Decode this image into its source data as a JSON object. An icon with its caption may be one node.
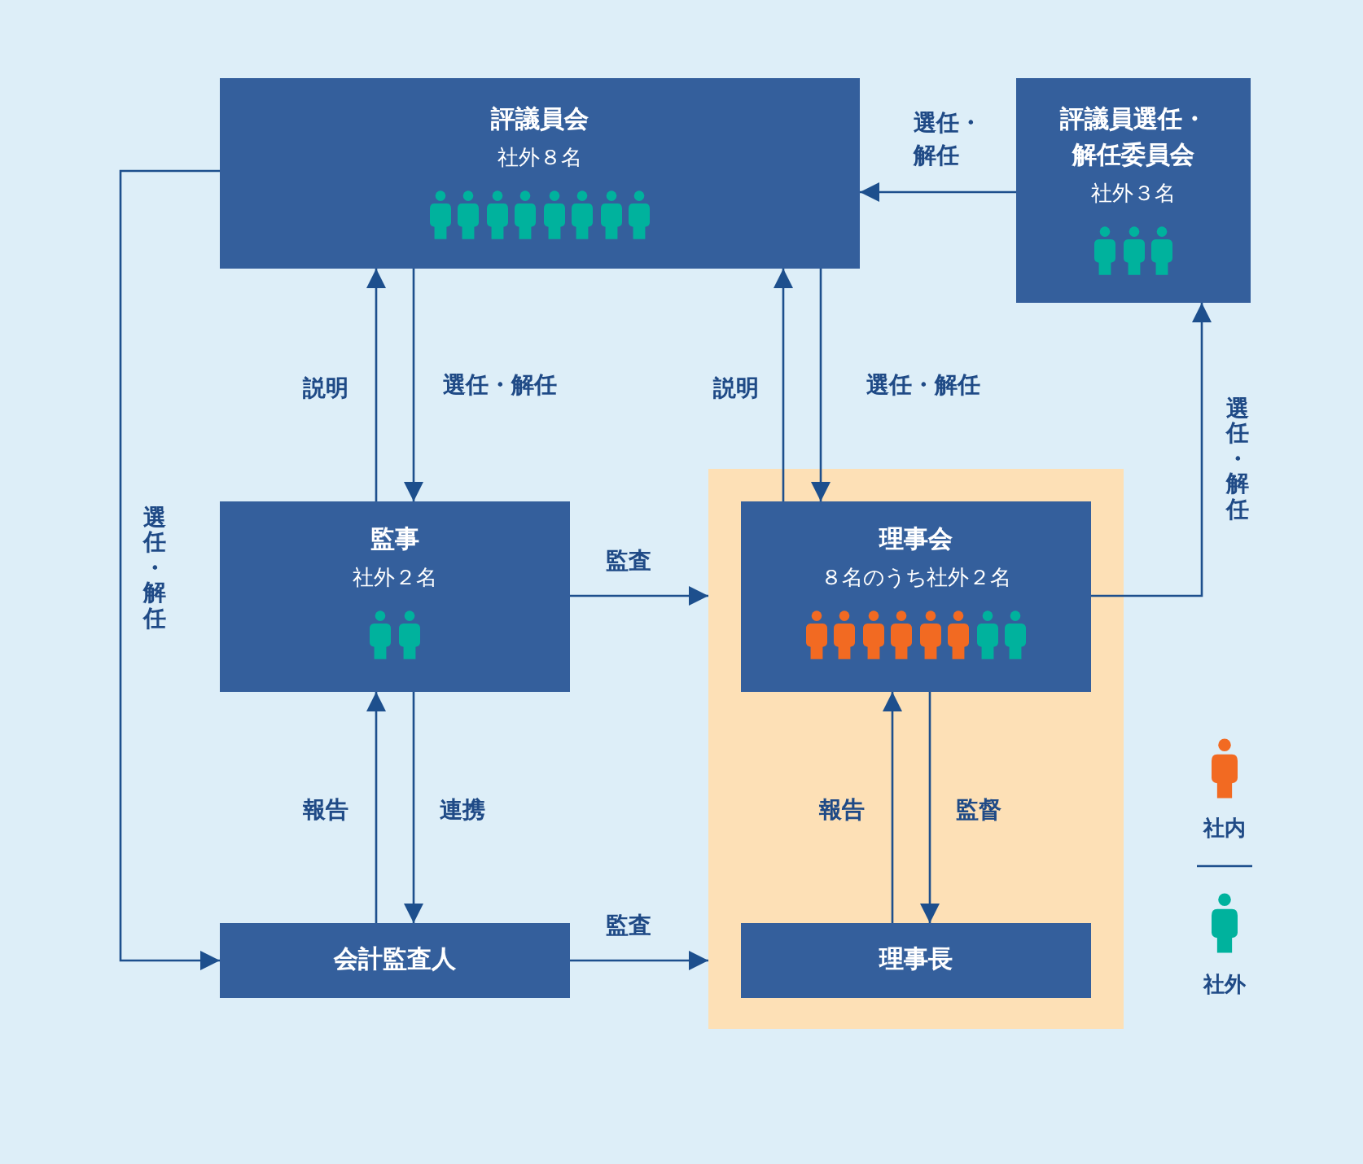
{
  "diagram": {
    "nodes": [
      {
        "text": [
          "評議員会",
          "社外８名"
        ]
      },
      {
        "text": [
          "評議員選任・解任委員会",
          "社外３名"
        ]
      },
      {
        "text": [],
        "shape": "box"
      },
      {
        "text": [
          "監事",
          "社外２名"
        ]
      },
      {
        "text": [
          "理事会",
          "８名のうち社外２名"
        ],
        "in": 2
      },
      {
        "text": [
          "会計監査人"
        ]
      },
      {
        "text": [
          "理事長"
        ],
        "in": 2
      }
    ],
    "edges": [
      {
        "from": 1,
        "to": 0,
        "arrow": "to",
        "label": "選任・解任"
      },
      {
        "from": 3,
        "to": 0,
        "arrow": "to",
        "label": "説明"
      },
      {
        "from": 0,
        "to": 3,
        "arrow": "to",
        "label": "選任・解任"
      },
      {
        "from": 4,
        "to": 0,
        "arrow": "to",
        "label": "説明"
      },
      {
        "from": 0,
        "to": 4,
        "arrow": "to",
        "label": "選任・解任"
      },
      {
        "from": 4,
        "to": 1,
        "arrow": "to",
        "label": "選任・解任"
      },
      {
        "from": 0,
        "to": 5,
        "arrow": "to",
        "label": "選任・解任"
      },
      {
        "from": 3,
        "to": 2,
        "arrow": "to",
        "label": "監査"
      },
      {
        "from": 5,
        "to": 3,
        "arrow": "to",
        "label": "報告"
      },
      {
        "from": 3,
        "to": 5,
        "arrow": "to",
        "label": "連携"
      },
      {
        "from": 6,
        "to": 4,
        "arrow": "to",
        "label": "報告"
      },
      {
        "from": 4,
        "to": 6,
        "arrow": "to",
        "label": "監督"
      },
      {
        "from": 5,
        "to": 2,
        "arrow": "to",
        "label": "監査"
      }
    ],
    "legend": [
      {
        "text": "社内"
      },
      {
        "text": "社外"
      }
    ]
  }
}
